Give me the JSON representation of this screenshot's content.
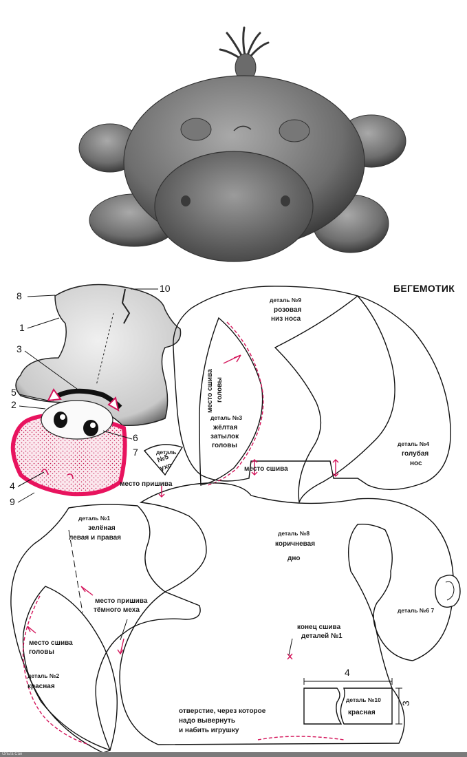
{
  "title": "БЕГЕМОТИК",
  "numbers": [
    "1",
    "2",
    "3",
    "4",
    "5",
    "6",
    "7",
    "8",
    "9",
    "10"
  ],
  "parts": {
    "p1": {
      "head": "деталь №1",
      "l1": "зелёная",
      "l2": "левая и правая"
    },
    "p2": {
      "head": "деталь №2",
      "l1": "красная"
    },
    "p3": {
      "head": "деталь №3",
      "l1": "жёлтая",
      "l2": "затылок",
      "l3": "головы"
    },
    "p4": {
      "head": "деталь №4",
      "l1": "голубая",
      "l2": "нос"
    },
    "p5": {
      "head": "деталь",
      "l1": "№5",
      "l2": "ухо"
    },
    "p67": {
      "head": "деталь №6 7"
    },
    "p8": {
      "head": "деталь №8",
      "l1": "коричневая",
      "l2": "дно"
    },
    "p9": {
      "head": "деталь №9",
      "l1": "розовая",
      "l2": "низ носа"
    },
    "p10": {
      "head": "деталь №10",
      "l1": "красная"
    }
  },
  "annotations": {
    "head_seam_p3_l1": "место сшива",
    "head_seam_p3_l2": "головы",
    "seam": "место сшива",
    "attach": "место пришива",
    "dark_fur_l1": "место пришива",
    "dark_fur_l2": "тёмного меха",
    "head_seam_p2_l1": "место сшива",
    "head_seam_p2_l2": "головы",
    "end_seam_l1": "конец сшива",
    "end_seam_l2": "деталей №1",
    "opening_l1": "отверстие, через которое",
    "opening_l2": "надо вывернуть",
    "opening_l3": "и набить игрушку"
  },
  "dimensions": {
    "width": "4",
    "height": "3"
  },
  "footer": "Ольга Сан"
}
